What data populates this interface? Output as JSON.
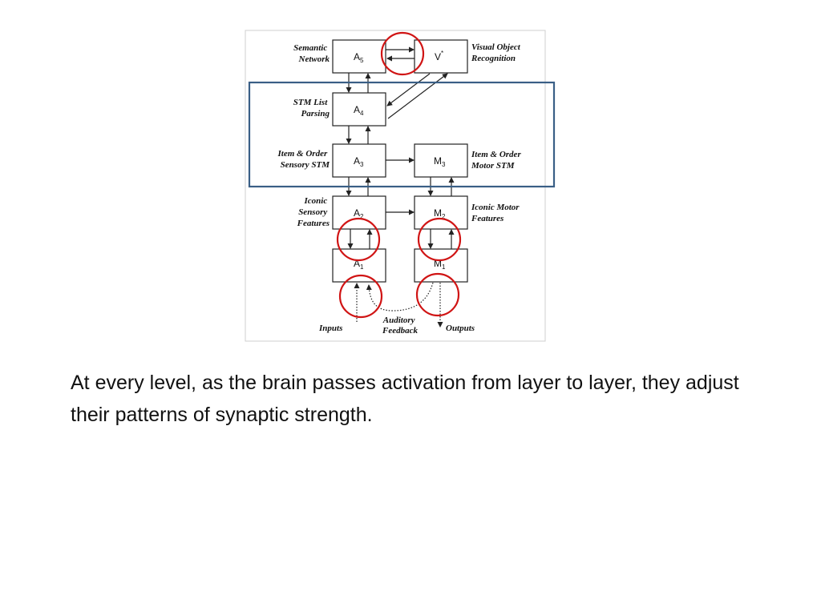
{
  "diagram": {
    "labels": {
      "semantic": [
        "Semantic",
        "Network"
      ],
      "visual": [
        "Visual Object",
        "Recognition"
      ],
      "stm_list": [
        "STM List",
        "Parsing"
      ],
      "item_sensory": [
        "Item & Order",
        "Sensory STM"
      ],
      "item_motor": [
        "Item & Order",
        "Motor STM"
      ],
      "iconic_sensory": [
        "Iconic",
        "Sensory",
        "Features"
      ],
      "iconic_motor": [
        "Iconic Motor",
        "Features"
      ],
      "inputs": "Inputs",
      "auditory": [
        "Auditory",
        "Feedback"
      ],
      "outputs": "Outputs"
    },
    "boxes": {
      "a5": {
        "main": "A",
        "sub": "5"
      },
      "v": {
        "main": "V",
        "sub": "*"
      },
      "a4": {
        "main": "A",
        "sub": "4"
      },
      "a3": {
        "main": "A",
        "sub": "3"
      },
      "m3": {
        "main": "M",
        "sub": "3"
      },
      "a2": {
        "main": "A",
        "sub": "2"
      },
      "m2": {
        "main": "M",
        "sub": "2"
      },
      "a1": {
        "main": "A",
        "sub": "1"
      },
      "m1": {
        "main": "M",
        "sub": "1"
      }
    },
    "colors": {
      "highlight_circle": "#d01414",
      "highlight_rect": "#3a5f86"
    }
  },
  "caption": "At every level, as the brain passes activation from layer to layer, they adjust their patterns of synaptic strength."
}
